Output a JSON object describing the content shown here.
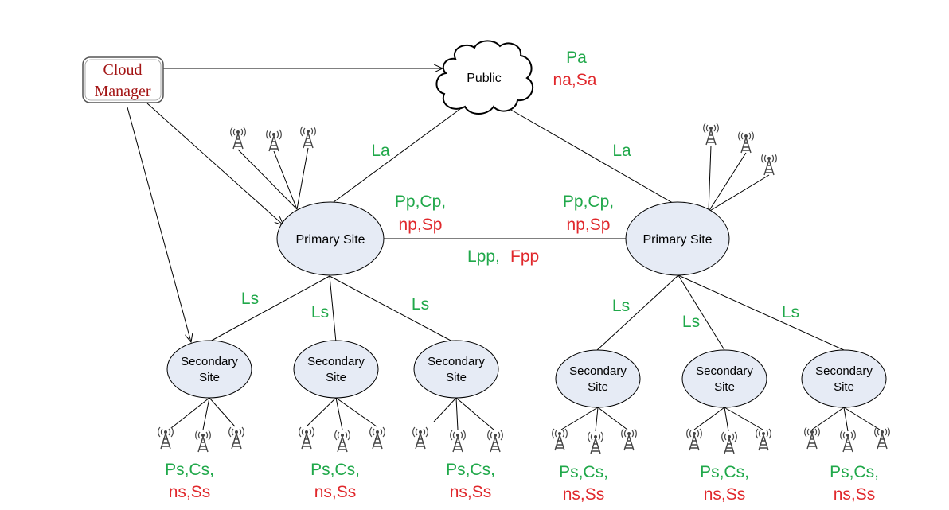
{
  "cloud_manager": {
    "line1": "Cloud",
    "line2": "Manager"
  },
  "public": {
    "label": "Public",
    "params_green": "Pa",
    "params_red": "na,Sa"
  },
  "primary_left": {
    "label": "Primary Site",
    "params_green": "Pp,Cp,",
    "params_red": "np,Sp"
  },
  "primary_right": {
    "label": "Primary Site",
    "params_green": "Pp,Cp,",
    "params_red": "np,Sp"
  },
  "link_primary": {
    "green": "Lpp,",
    "red": "Fpp"
  },
  "link_public_labels": [
    "La",
    "La"
  ],
  "secondary": [
    {
      "line1": "Secondary",
      "line2": "Site",
      "link": "Ls",
      "params_green": "Ps,Cs,",
      "params_red": "ns,Ss"
    },
    {
      "line1": "Secondary",
      "line2": "Site",
      "link": "Ls",
      "params_green": "Ps,Cs,",
      "params_red": "ns,Ss"
    },
    {
      "line1": "Secondary",
      "line2": "Site",
      "link": "Ls",
      "params_green": "Ps,Cs,",
      "params_red": "ns,Ss"
    },
    {
      "line1": "Secondary",
      "line2": "Site",
      "link": "Ls",
      "params_green": "Ps,Cs,",
      "params_red": "ns,Ss"
    },
    {
      "line1": "Secondary",
      "line2": "Site",
      "link": "Ls",
      "params_green": "Ps,Cs,",
      "params_red": "ns,Ss"
    },
    {
      "line1": "Secondary",
      "line2": "Site",
      "link": "Ls",
      "params_green": "Ps,Cs,",
      "params_red": "ns,Ss"
    }
  ],
  "icons": {
    "tower": "antenna-tower-icon",
    "cloud": "cloud-icon"
  },
  "colors": {
    "node_fill": "#e6ebf5",
    "green": "#20a84a",
    "red": "#e0282c",
    "manager_text": "#a31515"
  }
}
